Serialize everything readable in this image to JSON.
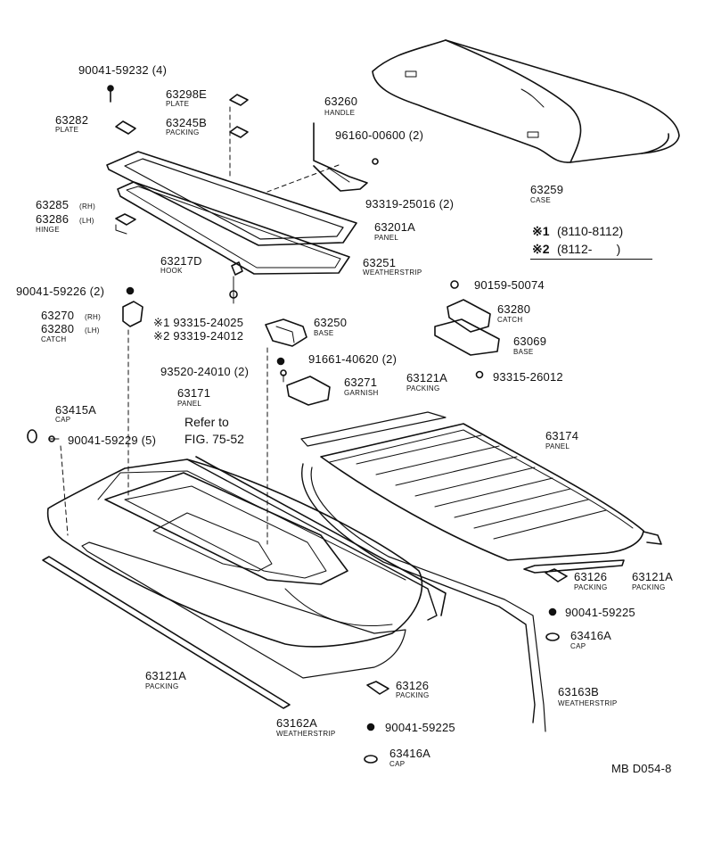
{
  "diagram_code": "MB D054-8",
  "refer": {
    "line1": "Refer to",
    "line2": "FIG. 75-52"
  },
  "legend": [
    {
      "mark": "※1",
      "range": "(8110-8112)"
    },
    {
      "mark": "※2",
      "range": "(8112-       )"
    }
  ],
  "parts": [
    {
      "id": "p90041-59232",
      "num": "90041-59232 (4)",
      "name": ""
    },
    {
      "id": "p63298E",
      "num": "63298E",
      "name": "PLATE"
    },
    {
      "id": "p63282",
      "num": "63282",
      "name": "PLATE"
    },
    {
      "id": "p63245B",
      "num": "63245B",
      "name": "PACKING"
    },
    {
      "id": "p63260",
      "num": "63260",
      "name": "HANDLE"
    },
    {
      "id": "p96160-00600",
      "num": "96160-00600 (2)",
      "name": ""
    },
    {
      "id": "p63259",
      "num": "63259",
      "name": "CASE"
    },
    {
      "id": "p93319-25016",
      "num": "93319-25016 (2)",
      "name": ""
    },
    {
      "id": "p63285",
      "num": "63285",
      "name": "(RH)"
    },
    {
      "id": "p63286",
      "num": "63286",
      "name": "(LH)"
    },
    {
      "id": "hinge",
      "num": "",
      "name": "HINGE"
    },
    {
      "id": "p63201A",
      "num": "63201A",
      "name": "PANEL"
    },
    {
      "id": "p63217D",
      "num": "63217D",
      "name": "HOOK"
    },
    {
      "id": "p63251",
      "num": "63251",
      "name": "WEATHERSTRIP"
    },
    {
      "id": "p90041-59226",
      "num": "90041-59226 (2)",
      "name": ""
    },
    {
      "id": "p90159-50074",
      "num": "90159-50074",
      "name": ""
    },
    {
      "id": "p63270",
      "num": "63270",
      "name": "(RH)"
    },
    {
      "id": "p63280lh",
      "num": "63280",
      "name": "(LH)"
    },
    {
      "id": "catchL",
      "num": "",
      "name": "CATCH"
    },
    {
      "id": "p93315-24025",
      "num": "※1 93315-24025",
      "name": ""
    },
    {
      "id": "p93319-24012",
      "num": "※2 93319-24012",
      "name": ""
    },
    {
      "id": "p63250",
      "num": "63250",
      "name": "BASE"
    },
    {
      "id": "p63280",
      "num": "63280",
      "name": "CATCH"
    },
    {
      "id": "p63069",
      "num": "63069",
      "name": "BASE"
    },
    {
      "id": "p91661-40620",
      "num": "91661-40620 (2)",
      "name": ""
    },
    {
      "id": "p93520-24010",
      "num": "93520-24010 (2)",
      "name": ""
    },
    {
      "id": "p93315-26012",
      "num": "93315-26012",
      "name": ""
    },
    {
      "id": "p63271",
      "num": "63271",
      "name": "GARNISH"
    },
    {
      "id": "p63121A-top",
      "num": "63121A",
      "name": "PACKING"
    },
    {
      "id": "p63171",
      "num": "63171",
      "name": "PANEL"
    },
    {
      "id": "p63415A",
      "num": "63415A",
      "name": "CAP"
    },
    {
      "id": "p90041-59229",
      "num": "90041-59229 (5)",
      "name": ""
    },
    {
      "id": "p63174",
      "num": "63174",
      "name": "PANEL"
    },
    {
      "id": "p63126-r",
      "num": "63126",
      "name": "PACKING"
    },
    {
      "id": "p63121A-r",
      "num": "63121A",
      "name": "PACKING"
    },
    {
      "id": "p90041-59225-r",
      "num": "90041-59225",
      "name": ""
    },
    {
      "id": "p63416A-r",
      "num": "63416A",
      "name": "CAP"
    },
    {
      "id": "p63121A-l",
      "num": "63121A",
      "name": "PACKING"
    },
    {
      "id": "p63126-m",
      "num": "63126",
      "name": "PACKING"
    },
    {
      "id": "p63163B",
      "num": "63163B",
      "name": "WEATHERSTRIP"
    },
    {
      "id": "p63162A",
      "num": "63162A",
      "name": "WEATHERSTRIP"
    },
    {
      "id": "p90041-59225-m",
      "num": "90041-59225",
      "name": ""
    },
    {
      "id": "p63416A-m",
      "num": "63416A",
      "name": "CAP"
    }
  ]
}
